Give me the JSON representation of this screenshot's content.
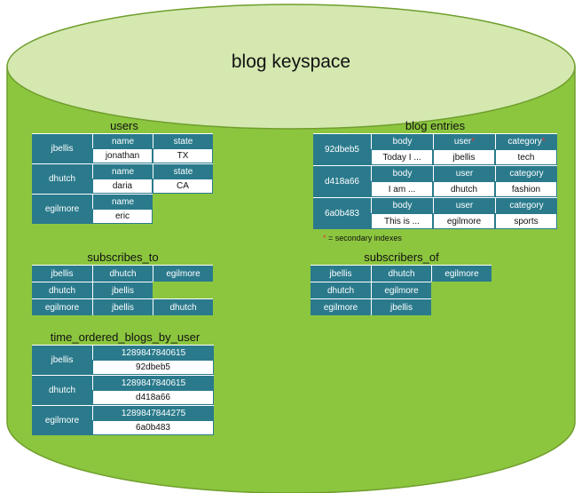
{
  "title": "blog keyspace",
  "users": {
    "label": "users",
    "rows": [
      {
        "key": "jbellis",
        "cols": [
          "name",
          "state"
        ],
        "vals": [
          "jonathan",
          "TX"
        ]
      },
      {
        "key": "dhutch",
        "cols": [
          "name",
          "state"
        ],
        "vals": [
          "daria",
          "CA"
        ]
      },
      {
        "key": "egilmore",
        "cols": [
          "name"
        ],
        "vals": [
          "eric"
        ]
      }
    ]
  },
  "blog_entries": {
    "label": "blog entries",
    "rows": [
      {
        "key": "92dbeb5",
        "cols": [
          "body",
          "user",
          "category"
        ],
        "vals": [
          "Today I ...",
          "jbellis",
          "tech"
        ]
      },
      {
        "key": "d418a66",
        "cols": [
          "body",
          "user",
          "category"
        ],
        "vals": [
          "I am ...",
          "dhutch",
          "fashion"
        ]
      },
      {
        "key": "6a0b483",
        "cols": [
          "body",
          "user",
          "category"
        ],
        "vals": [
          "This is ...",
          "egilmore",
          "sports"
        ]
      }
    ],
    "note_star": "*",
    "note_text": " = secondary indexes"
  },
  "subscribes_to": {
    "label": "subscribes_to",
    "rows": [
      [
        "jbellis",
        "dhutch",
        "egilmore"
      ],
      [
        "dhutch",
        "jbellis"
      ],
      [
        "egilmore",
        "jbellis",
        "dhutch"
      ]
    ]
  },
  "subscribers_of": {
    "label": "subscribers_of",
    "rows": [
      [
        "jbellis",
        "dhutch",
        "egilmore"
      ],
      [
        "dhutch",
        "egilmore"
      ],
      [
        "egilmore",
        "jbellis"
      ]
    ]
  },
  "time_ordered_blogs_by_user": {
    "label": "time_ordered_blogs_by_user",
    "rows": [
      {
        "key": "jbellis",
        "col": "1289847840615",
        "val": "92dbeb5"
      },
      {
        "key": "dhutch",
        "col": "1289847840615",
        "val": "d418a66"
      },
      {
        "key": "egilmore",
        "col": "1289847844275",
        "val": "6a0b483"
      }
    ]
  },
  "colors": {
    "cylinder_fill": "#8cc63f",
    "cylinder_top": "#d4e8b0",
    "cell_header": "#2a7a8c"
  }
}
